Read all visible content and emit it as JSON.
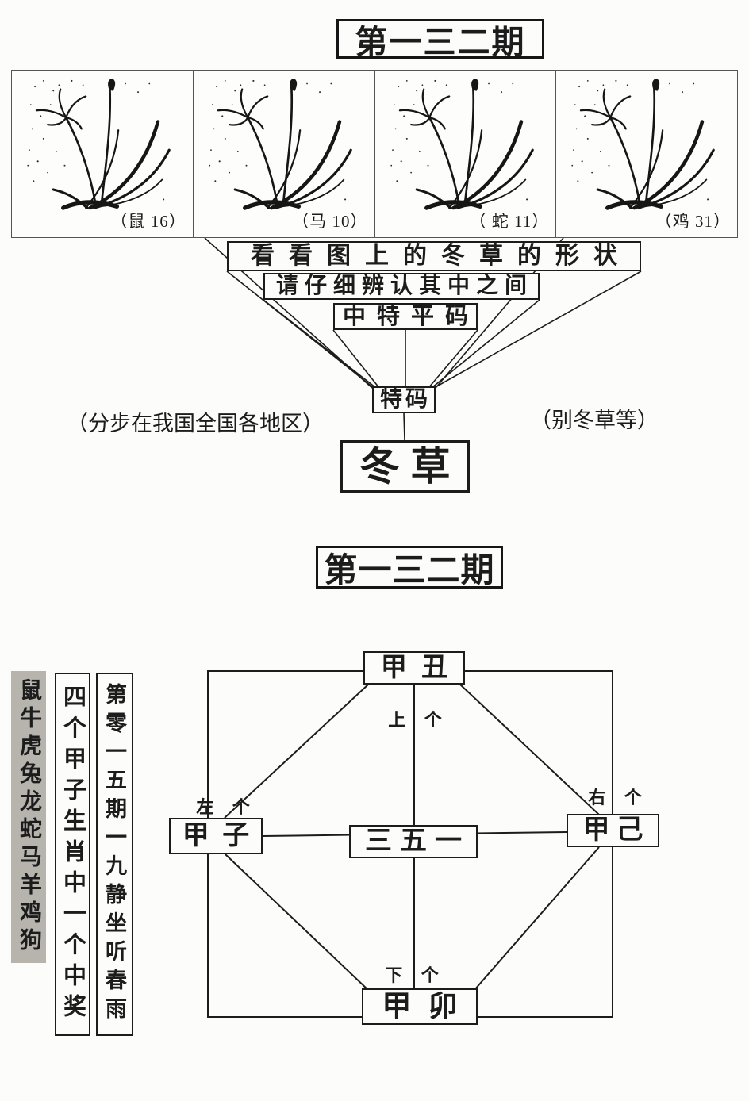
{
  "titles": {
    "top": "第一三二期",
    "bottom": "第一三二期"
  },
  "flowers": [
    {
      "caption": "（鼠 16）"
    },
    {
      "caption": "（马 10）"
    },
    {
      "caption": "（ 蛇 11）"
    },
    {
      "caption": "（鸡 31）"
    }
  ],
  "funnel": {
    "box1": "看看图上的冬草的形状",
    "box2": "请仔细辨认其中之间",
    "box3": "中特平码",
    "box4": "特码",
    "box5": "冬草",
    "left_note": "（分步在我国全国各地区）",
    "right_note": "（别冬草等）"
  },
  "diagram": {
    "top_box": "甲 丑",
    "left_box": "甲 子",
    "center_box": "三五一",
    "right_box": "甲己",
    "bottom_box": "甲 卯",
    "label_top": "上 个",
    "label_left": "左 个",
    "label_right": "右 个",
    "label_bottom": "下 个"
  },
  "side_columns": {
    "zodiac": "鼠牛虎兔龙蛇马羊鸡狗",
    "middle": "四个甲子生肖中一个中奖",
    "inner": "第零一五期一九静坐听春雨"
  },
  "colors": {
    "ink": "#1c1c1c",
    "shade": "#b7b4ae",
    "paper": "#fcfcfa"
  }
}
